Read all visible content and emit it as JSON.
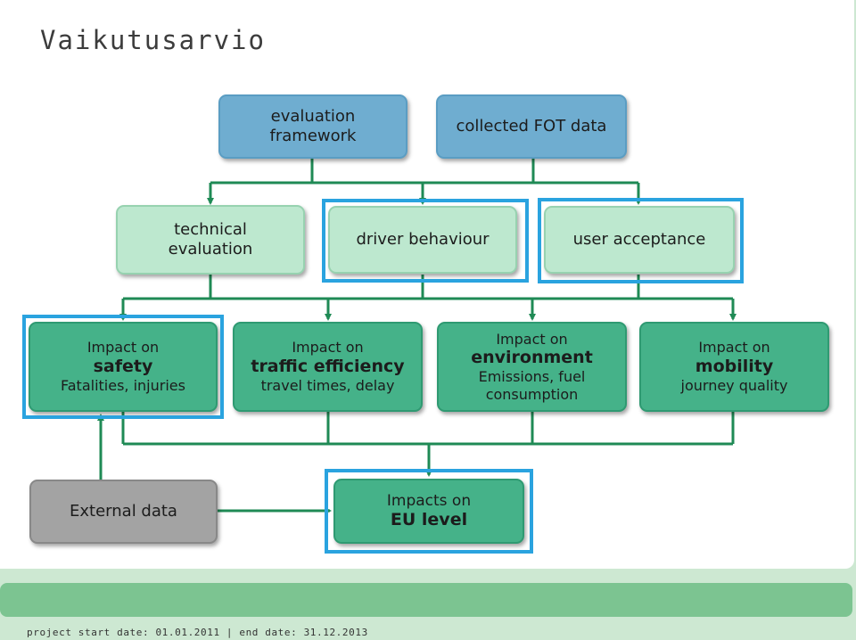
{
  "slide": {
    "title": "Vaikutusarvio"
  },
  "diagram": {
    "evaluation_framework": [
      "evaluation",
      "framework"
    ],
    "collected_fot_data": "collected FOT data",
    "technical_evaluation": [
      "technical",
      "evaluation"
    ],
    "driver_behaviour": "driver behaviour",
    "user_acceptance": "user acceptance",
    "impact_safety": [
      "Impact on",
      "safety",
      "Fatalities, injuries"
    ],
    "impact_traffic": [
      "Impact on",
      "traffic efficiency",
      "travel times, delay"
    ],
    "impact_environment": [
      "Impact on",
      "environment",
      "Emissions, fuel",
      "consumption"
    ],
    "impact_mobility": [
      "Impact on",
      "mobility",
      "journey quality"
    ],
    "external_data": "External data",
    "impacts_eu": [
      "Impacts on",
      "EU level"
    ]
  },
  "footer": {
    "text": "project start date: 01.01.2011 | end date: 31.12.2013"
  },
  "colors": {
    "highlight": "#2aa3df",
    "connector": "#1f8a55",
    "footer_bar": "#7cc491"
  }
}
